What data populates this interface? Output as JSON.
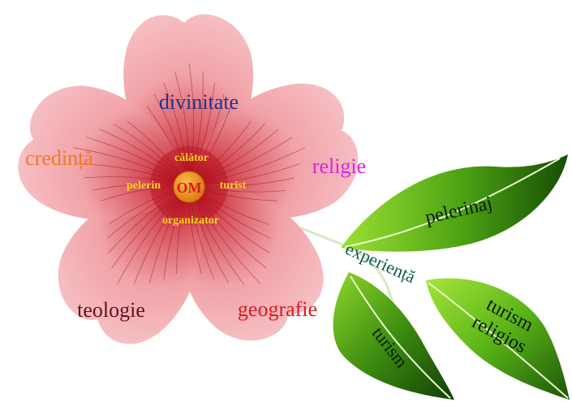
{
  "center": {
    "label": "OM"
  },
  "roles": {
    "top": "călător",
    "left": "pelerin",
    "right": "turist",
    "bottom": "organizator"
  },
  "petals": {
    "top": "divinitate",
    "left": "credință",
    "right": "religie",
    "bottom_left": "teologie",
    "bottom_right": "geografie"
  },
  "stem_label": "experiență",
  "leaves": {
    "upper": "pelerinaj",
    "middle_line1": "turism",
    "middle_line2": "religios",
    "lower": "turism"
  },
  "colors": {
    "petal": "#f2a1a6",
    "petal_center": "#c41a2a",
    "leaf_dark": "#1f5a0a",
    "leaf_light": "#7fd022",
    "role_text": "#ffd21f",
    "om_circle": "#e9900f",
    "divinitate": "#24328a",
    "credinta": "#ef7a25",
    "religie": "#e020e0",
    "teologie": "#6a0f1a",
    "geografie": "#e01818",
    "experienta": "#0f5a4a",
    "leaf_text": "#0a1a05"
  }
}
